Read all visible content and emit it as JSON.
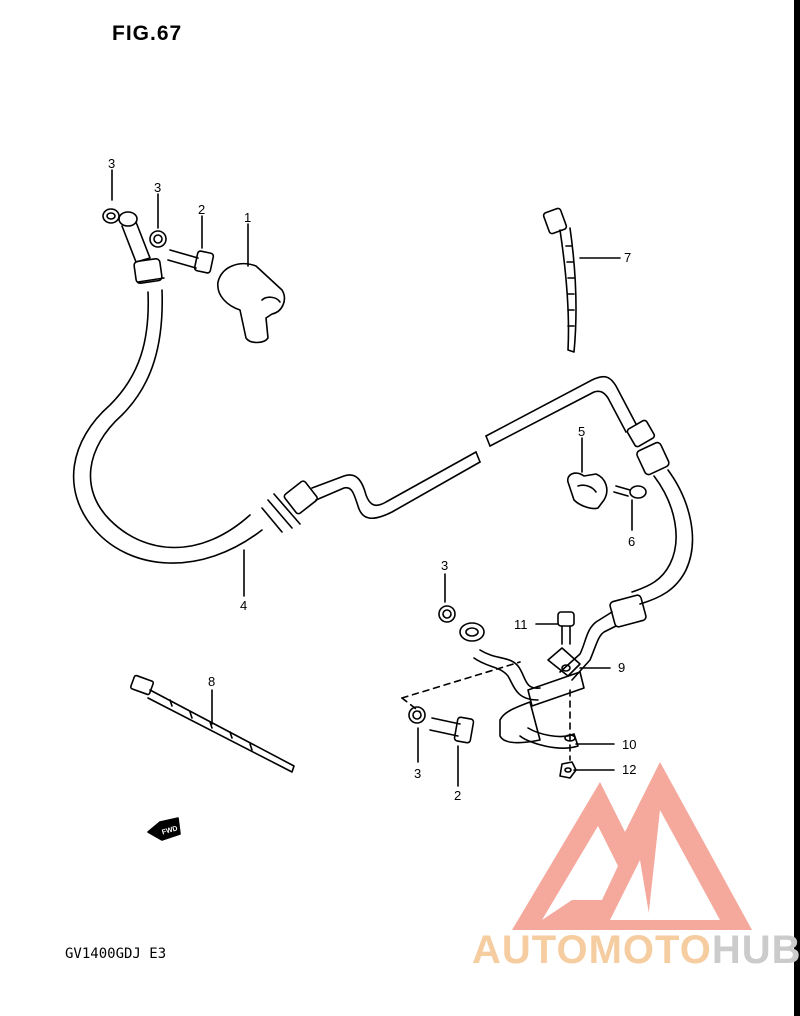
{
  "figure": {
    "title": "FIG.67",
    "model": "GV1400GDJ  E3"
  },
  "callouts": [
    "1",
    "2",
    "3",
    "3",
    "3",
    "3",
    "2",
    "4",
    "5",
    "6",
    "7",
    "8",
    "9",
    "10",
    "11",
    "12"
  ],
  "fwd_label": "FWD",
  "watermark": {
    "part1": "AUTOMOTO",
    "part2": "HUB",
    "color_primary": "#f4a092",
    "color_text": "#f6cda0",
    "color_dark": "#cbcbcb"
  }
}
